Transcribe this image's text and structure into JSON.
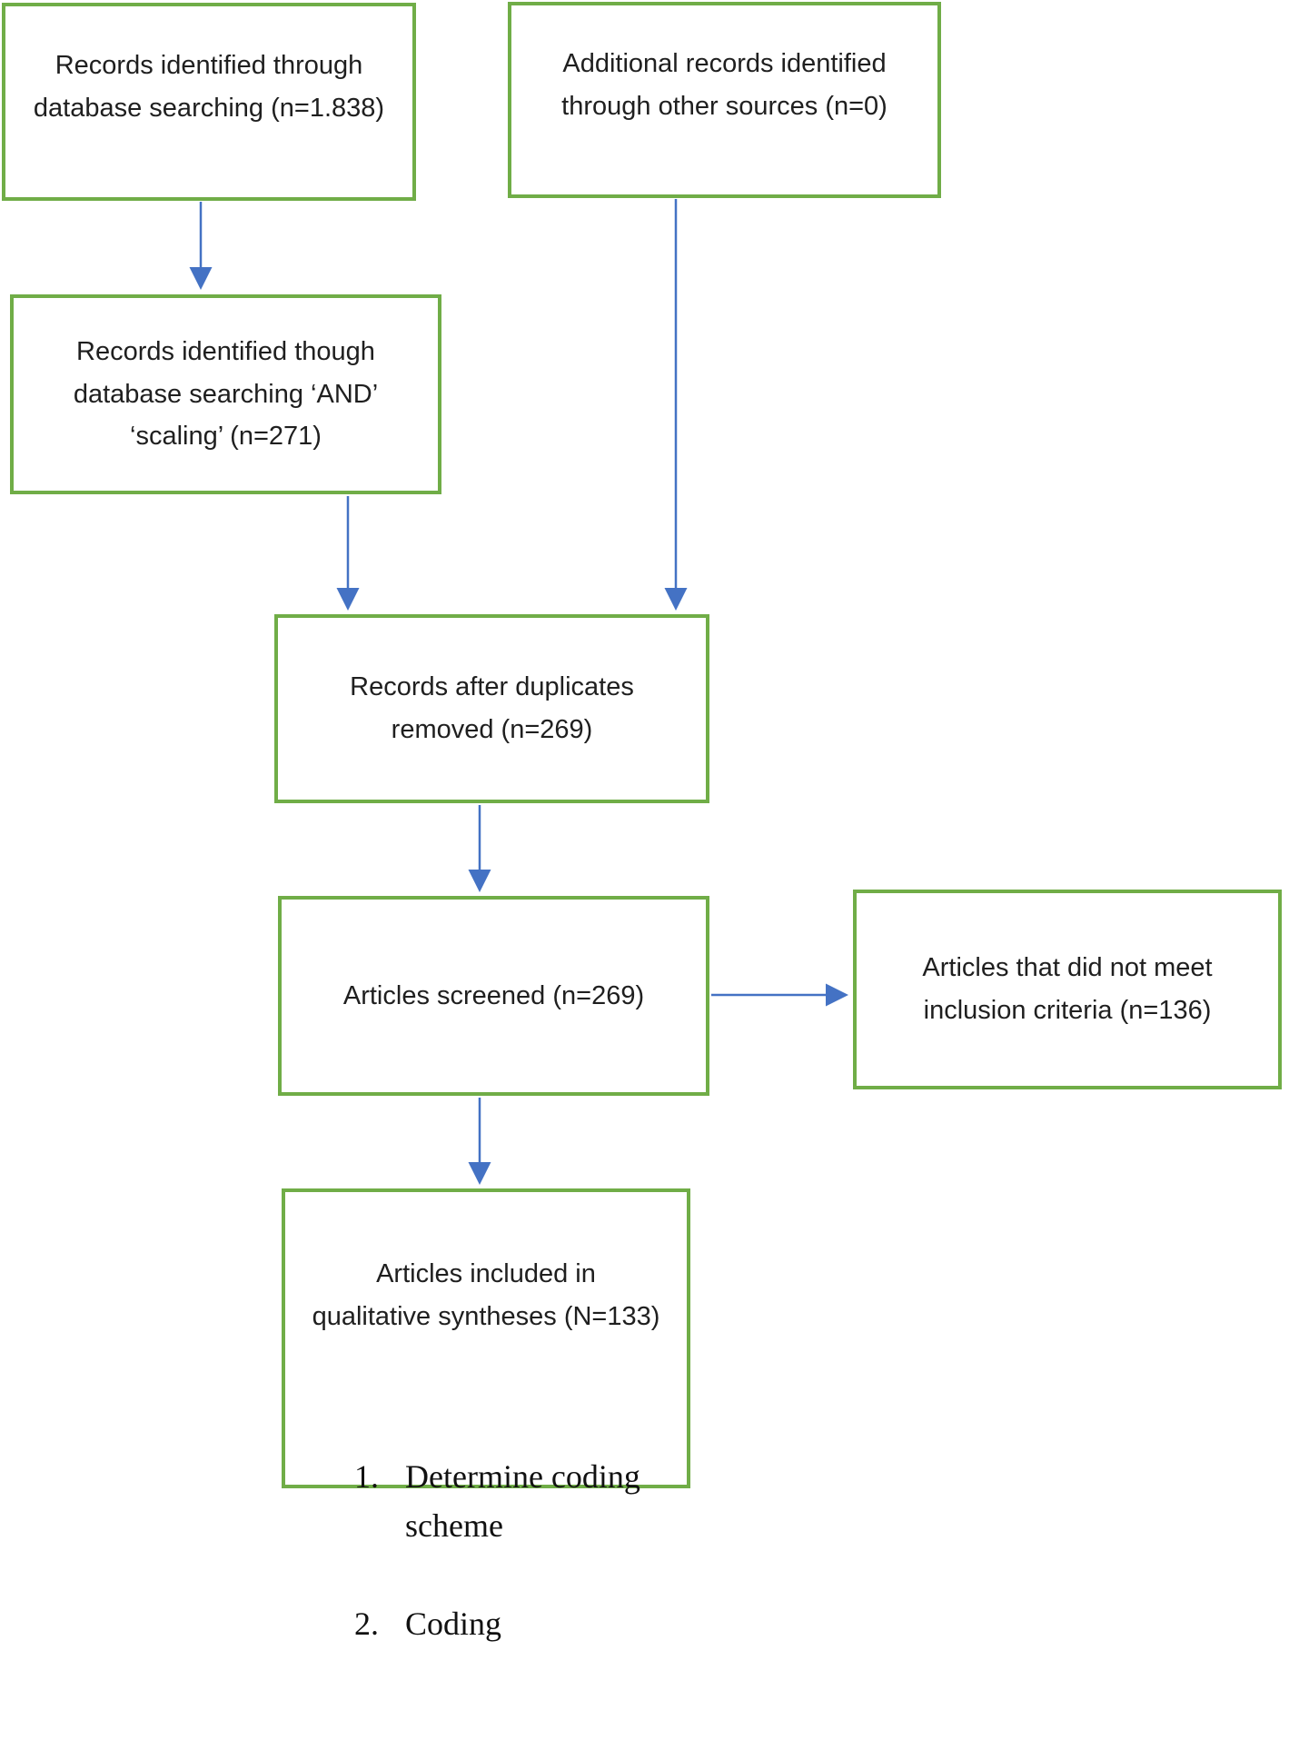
{
  "diagram": {
    "type": "flowchart",
    "boxes": {
      "records_identified": {
        "text": "Records identified through\ndatabase searching (n=1.838)"
      },
      "additional_records": {
        "text": "Additional records identified\nthrough other sources (n=0)"
      },
      "records_scaling": {
        "text": "Records identified though\ndatabase searching ‘AND’\n‘scaling’ (n=271)"
      },
      "duplicates_removed": {
        "text": "Records after duplicates\nremoved (n=269)"
      },
      "articles_screened": {
        "text": "Articles screened (n=269)"
      },
      "excluded": {
        "text": "Articles that did not meet\ninclusion criteria (n=136)"
      },
      "included": {
        "title": "Articles included in\nqualitative syntheses (N=133)",
        "steps": [
          {
            "num": "1.",
            "text": "Determine coding\nscheme"
          },
          {
            "num": "2.",
            "text": "Coding"
          }
        ]
      }
    },
    "colors": {
      "box_border": "#70AD47",
      "arrow": "#4472C4",
      "text": "#1f1f1f"
    }
  }
}
